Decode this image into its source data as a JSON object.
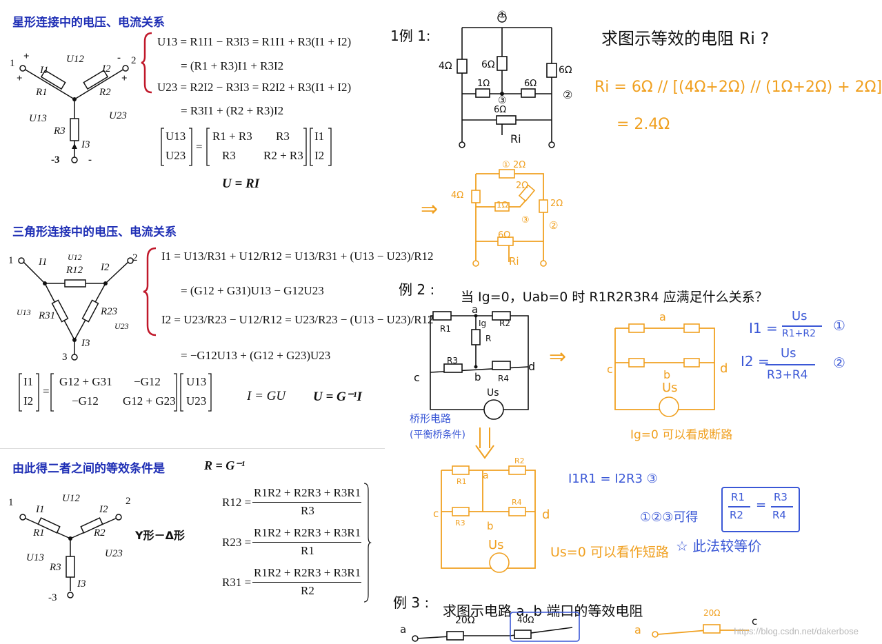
{
  "left": {
    "star": {
      "title": "星形连接中的电压、电流关系",
      "labels": {
        "n1": "1",
        "n2": "2",
        "n3": "-3",
        "plus": "+",
        "minus": "-",
        "I1": "I1",
        "I2": "I2",
        "I3": "I3",
        "R1": "R1",
        "R2": "R2",
        "R3": "R3",
        "U12": "U12",
        "U13": "U13",
        "U23": "U23"
      },
      "eq": [
        "U13 = R1I1 − R3I3 = R1I1 + R3(I1 + I2)",
        "= (R1 + R3)I1 + R3I2",
        "U23 = R2I2 − R3I3 = R2I2 + R3(I1 + I2)",
        "= R3I1 + (R2 + R3)I2"
      ],
      "matrix": {
        "lhs": [
          "U13",
          "U23"
        ],
        "m11": "R1 + R3",
        "m12": "R3",
        "m21": "R3",
        "m22": "R2 + R3",
        "rhs": [
          "I1",
          "I2"
        ]
      },
      "compact": "U = RI"
    },
    "delta": {
      "title": "三角形连接中的电压、电流关系",
      "labels": {
        "I1": "I1",
        "I2": "I2",
        "I3": "I3",
        "R12": "R12",
        "R31": "R31",
        "R23": "R23",
        "U12": "U12",
        "U13": "U13",
        "U23": "U23",
        "n1": "1",
        "n2": "2",
        "n3": "3"
      },
      "eq": [
        "I1 = U13/R31 + U12/R12 = U13/R31 + (U13 − U23)/R12",
        "= (G12 + G31)U13 − G12U23",
        "I2 = U23/R23 − U12/R12 = U23/R23 − (U13 − U23)/R12",
        "= −G12U13 + (G12 + G23)U23"
      ],
      "matrix": {
        "lhs": [
          "I1",
          "I2"
        ],
        "m11": "G12 + G31",
        "m12": "−G12",
        "m21": "−G12",
        "m22": "G12 + G23",
        "rhs": [
          "U13",
          "U23"
        ]
      },
      "compact1": "I = GU",
      "compact2": "U = G⁻¹I"
    },
    "equiv": {
      "title": "由此得二者之间的等效条件是",
      "condition": "R = G⁻¹",
      "yd_label": "Y形－Δ形",
      "formulas": [
        {
          "lhs": "R12 =",
          "num": "R1R2 + R2R3 + R3R1",
          "den": "R3"
        },
        {
          "lhs": "R23 =",
          "num": "R1R2 + R2R3 + R3R1",
          "den": "R1"
        },
        {
          "lhs": "R31 =",
          "num": "R1R2 + R2R3 + R3R1",
          "den": "R2"
        }
      ],
      "labels": {
        "n1": "1",
        "n2": "2",
        "n3": "-3",
        "I1": "I1",
        "I2": "I2",
        "I3": "I3",
        "R1": "R1",
        "R2": "R2",
        "R3": "R3",
        "U12": "U12",
        "U13": "U13",
        "U23": "U23"
      }
    }
  },
  "notes": {
    "ex1_tag": "1例 1:",
    "ex1_question": "求图示等效的电阻 Ri ?",
    "ex1_answer1": "Ri = 6Ω // [(4Ω+2Ω) // (1Ω+2Ω) + 2Ω]",
    "ex1_answer2": "= 2.4Ω",
    "ex1_circuit": {
      "node1": "①",
      "node2": "②",
      "node3": "③",
      "r_4": "4Ω",
      "r_6a": "6Ω",
      "r_6b": "6Ω",
      "r_1": "1Ω",
      "r_6c": "6Ω",
      "r_6d": "6Ω",
      "ri": "Ri"
    },
    "ex1_redraw": {
      "r_2a": "2Ω",
      "r_4": "4Ω",
      "r_2b": "2Ω",
      "r_2c": "2Ω",
      "r_1": "1Ω",
      "r_6": "6Ω",
      "ri": "Ri",
      "node1": "①",
      "node2": "②",
      "node3": "③",
      "arrow": "⇒"
    },
    "ex2_tag": "例 2 :",
    "ex2_question": "当 Ig=0，Uab=0 时 R1R2R3R4 应满足什么关系？",
    "ex2_circuit": {
      "a": "a",
      "b": "b",
      "c": "c",
      "d": "d",
      "ig": "Ig",
      "r": "R",
      "r1": "R1",
      "r2": "R2",
      "r3": "R3",
      "r4": "R4",
      "us": "Us"
    },
    "ex2_arrow": "⇒",
    "ex2_eq1_lhs": "I1 =",
    "ex2_eq1_num": "Us",
    "ex2_eq1_den": "R1+R2",
    "ex2_eq1_tag": "①",
    "ex2_eq2_lhs": "I2 =",
    "ex2_eq2_num": "Us",
    "ex2_eq2_den": "R3+R4",
    "ex2_eq2_tag": "②",
    "ex2_note_ig": "Ig=0 可以看成断路",
    "ex2_bridge_note1": "桥形电路",
    "ex2_bridge_note2": "(平衡桥条件)",
    "ex2_eq3": "I1R1 = I2R3  ③",
    "ex2_result_prefix": "①②③可得",
    "ex2_result_num1": "R1",
    "ex2_result_den1": "R2",
    "ex2_result_eq": "=",
    "ex2_result_num2": "R3",
    "ex2_result_den2": "R4",
    "ex2_star_note": "☆ 此法较等价",
    "ex2_short_note": "Us=0 可以看作短路",
    "ex3_tag": "例 3 :",
    "ex3_question": "求图示电路 a, b 端口的等效电阻",
    "ex3_labels": {
      "a": "a",
      "r20": "20Ω",
      "r40": "40Ω",
      "a2": "a",
      "r20b": "20Ω",
      "c": "c"
    }
  },
  "watermark": "https://blog.csdn.net/dakerbose"
}
